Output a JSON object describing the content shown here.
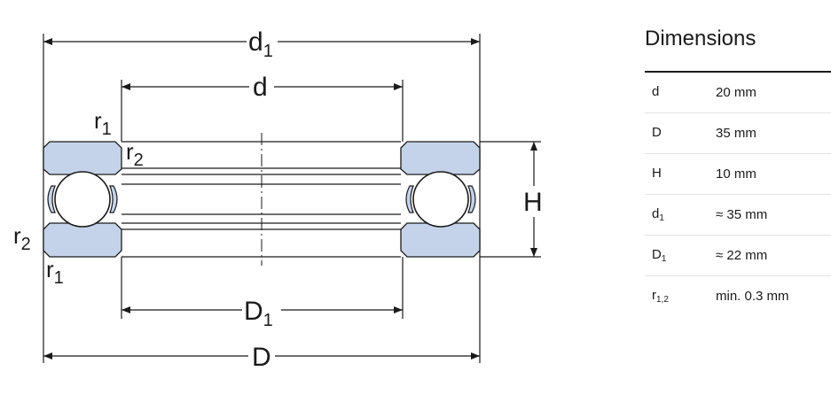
{
  "drawing_labels": {
    "d1": {
      "main": "d",
      "sub": "1"
    },
    "d": "d",
    "D1": {
      "main": "D",
      "sub": "1"
    },
    "D": "D",
    "H": "H",
    "r1_top": {
      "main": "r",
      "sub": "1"
    },
    "r2_top": {
      "main": "r",
      "sub": "2"
    },
    "r2_left": {
      "main": "r",
      "sub": "2"
    },
    "r1_bottom": {
      "main": "r",
      "sub": "1"
    }
  },
  "colors": {
    "washer_fill": "#c5d3ea",
    "line": "#1a1a1a",
    "divider": "#e3e3e3"
  },
  "dimensions": {
    "title": "Dimensions",
    "rows": [
      {
        "symbol": "d",
        "sub": "",
        "value": "20 mm"
      },
      {
        "symbol": "D",
        "sub": "",
        "value": "35 mm"
      },
      {
        "symbol": "H",
        "sub": "",
        "value": "10 mm"
      },
      {
        "symbol": "d",
        "sub": "1",
        "value": "≈ 35 mm"
      },
      {
        "symbol": "D",
        "sub": "1",
        "value": "≈ 22 mm"
      },
      {
        "symbol": "r",
        "sub": "1,2",
        "value": "min. 0.3 mm"
      }
    ]
  }
}
